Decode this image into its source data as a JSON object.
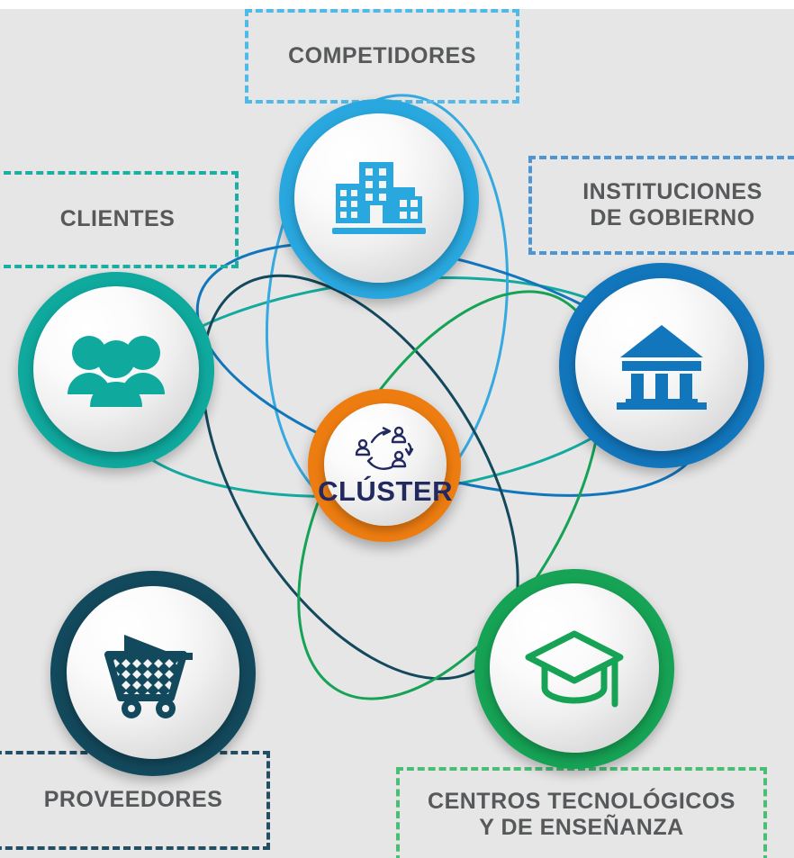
{
  "diagram": {
    "title": "Cluster ecosystem diagram",
    "background_color": "#E6E6E6",
    "center": {
      "label": "CLÚSTER",
      "icon": "people-network-icon",
      "ring_color": "#EE7D11",
      "text_color": "#22295E"
    },
    "nodes": [
      {
        "id": "competidores",
        "label": "COMPETIDORES",
        "label_lines": [
          "COMPETIDORES"
        ],
        "icon": "office-buildings-icon",
        "ring_color": "#29A8DF",
        "icon_color": "#29A8DF",
        "box_border_color": "#4FBAE8",
        "position": "top"
      },
      {
        "id": "instituciones-de-gobierno",
        "label": "INSTITUCIONES DE GOBIERNO",
        "label_lines": [
          "INSTITUCIONES",
          "DE GOBIERNO"
        ],
        "icon": "government-building-icon",
        "ring_color": "#1276BC",
        "icon_color": "#1276BC",
        "box_border_color": "#4E95D4",
        "position": "top-right"
      },
      {
        "id": "centros-tecnologicos-y-de-ensenanza",
        "label": "CENTROS TECNOLÓGICOS Y DE ENSEÑANZA",
        "label_lines": [
          "CENTROS TECNOLÓGICOS",
          "Y DE ENSEÑANZA"
        ],
        "icon": "graduation-cap-icon",
        "ring_color": "#16A355",
        "icon_color": "#16A355",
        "box_border_color": "#4BBE76",
        "position": "bottom-right"
      },
      {
        "id": "proveedores",
        "label": "PROVEEDORES",
        "label_lines": [
          "PROVEEDORES"
        ],
        "icon": "shopping-cart-icon",
        "ring_color": "#13495C",
        "icon_color": "#13495C",
        "box_border_color": "#234E63",
        "position": "bottom-left"
      },
      {
        "id": "clientes",
        "label": "CLIENTES",
        "label_lines": [
          "CLIENTES"
        ],
        "icon": "people-group-icon",
        "ring_color": "#0FA99E",
        "icon_color": "#0FA99E",
        "box_border_color": "#1BAFA4",
        "position": "left"
      }
    ]
  }
}
